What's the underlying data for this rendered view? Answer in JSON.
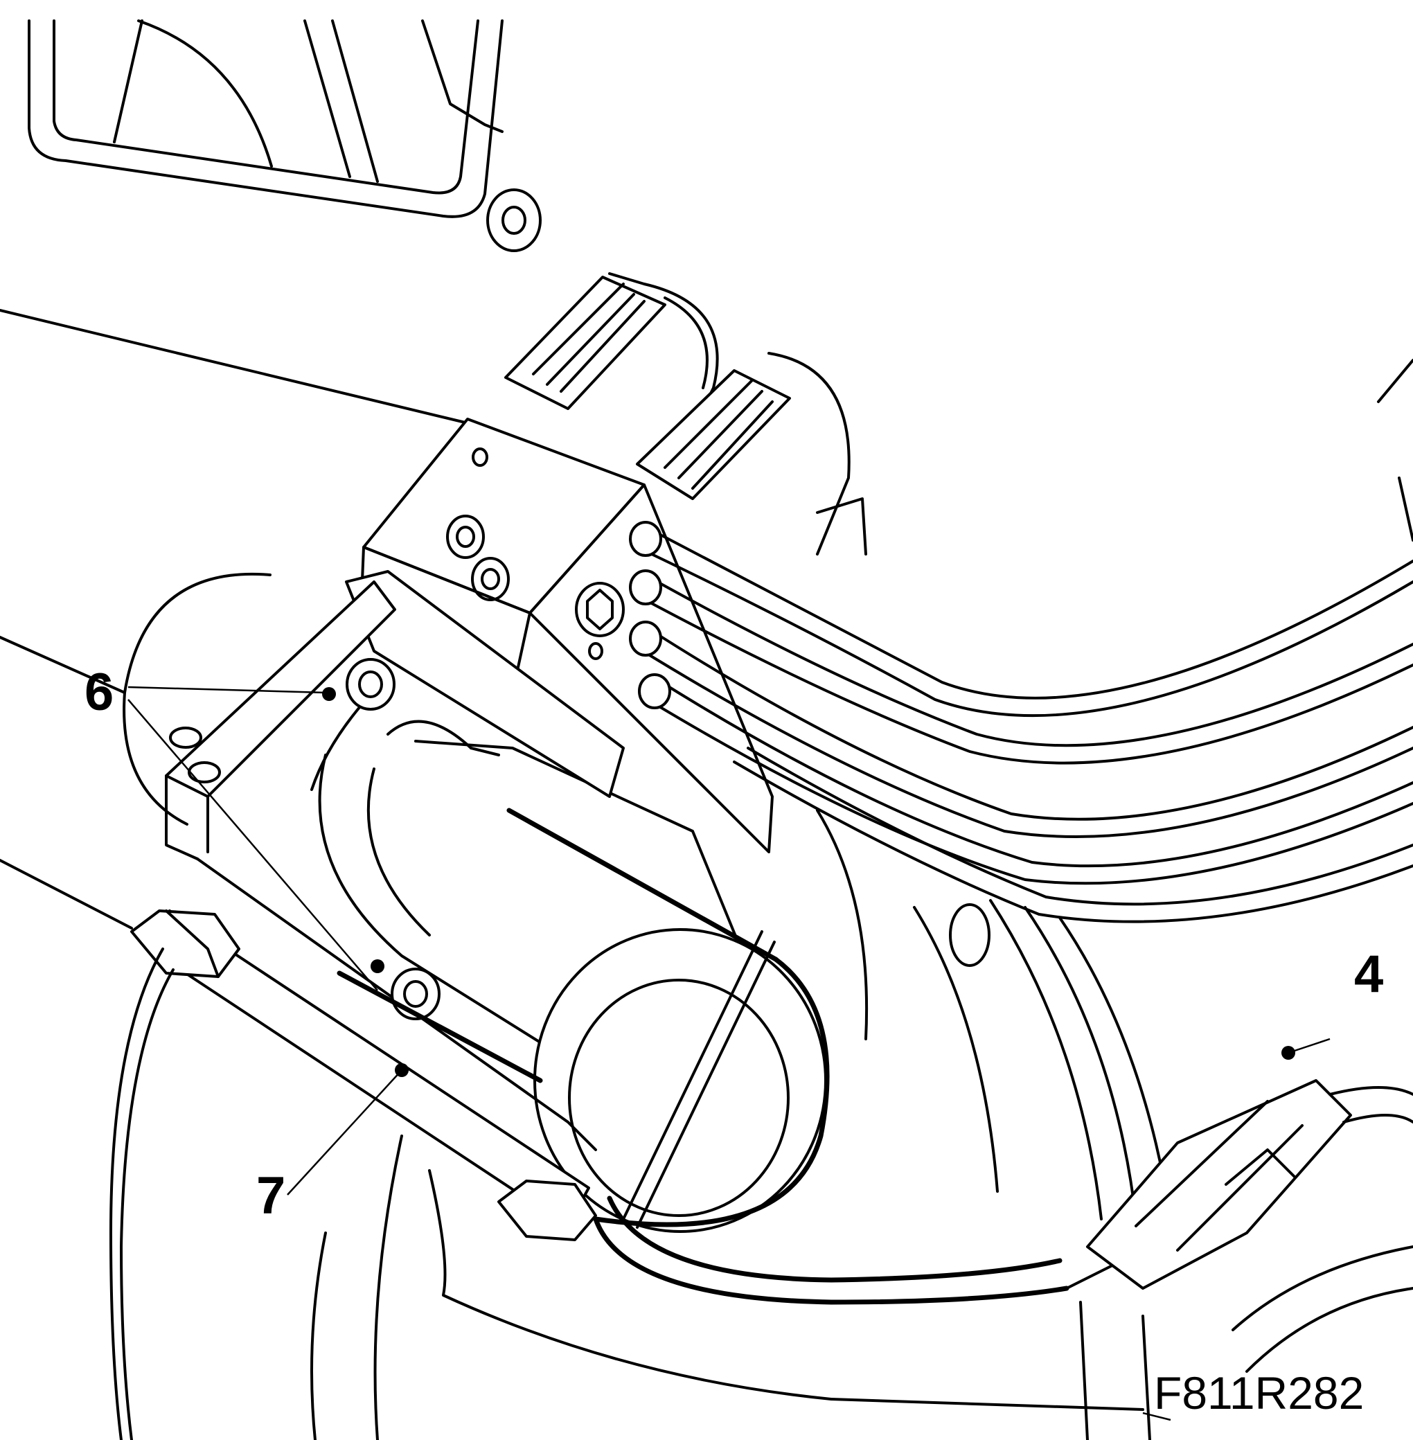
{
  "callouts": {
    "bolts": "6",
    "bracket": "7",
    "connector": "4"
  },
  "figure_id": "F811R282"
}
